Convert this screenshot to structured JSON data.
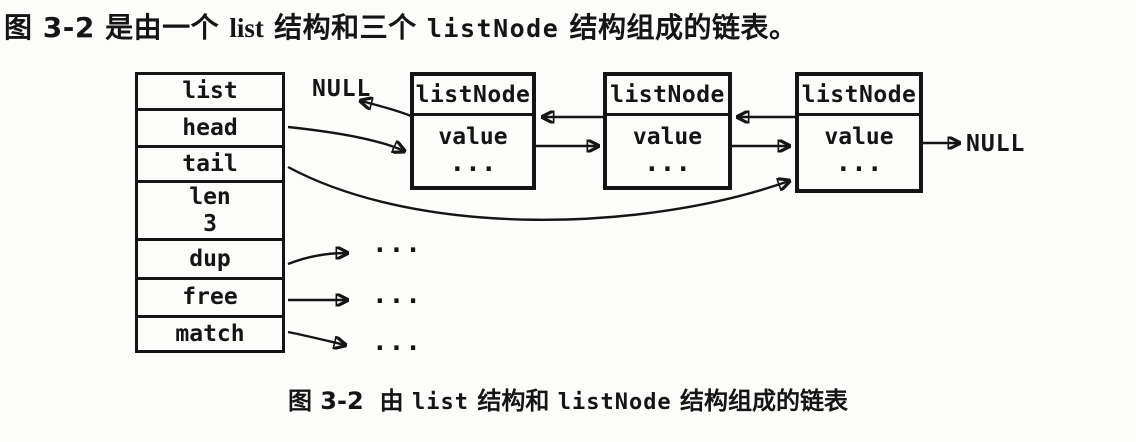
{
  "page": {
    "heading": {
      "prefix": "图 3-2 是由一个 ",
      "code1": "list",
      "middle": " 结构和三个 ",
      "code2": "listNode",
      "suffix": " 结构组成的链表。"
    },
    "caption": {
      "figure_label": "图 3-2",
      "prefix": "由 ",
      "code1": "list",
      "middle": " 结构和 ",
      "code2": "listNode",
      "suffix": " 结构组成的链表"
    }
  },
  "list_box": {
    "rows": [
      {
        "label": "list"
      },
      {
        "label": "head"
      },
      {
        "label": "tail"
      },
      {
        "label": "len",
        "value": "3"
      },
      {
        "label": "dup"
      },
      {
        "label": "free"
      },
      {
        "label": "match"
      }
    ]
  },
  "nodes": [
    {
      "title": "listNode",
      "value": "value",
      "dots": "..."
    },
    {
      "title": "listNode",
      "value": "value",
      "dots": "..."
    },
    {
      "title": "listNode",
      "value": "value",
      "dots": "..."
    }
  ],
  "labels": {
    "null_left": "NULL",
    "null_right": "NULL",
    "ellipsis": "..."
  },
  "colors": {
    "ink": "#151515",
    "background": "#fcfcfa"
  }
}
